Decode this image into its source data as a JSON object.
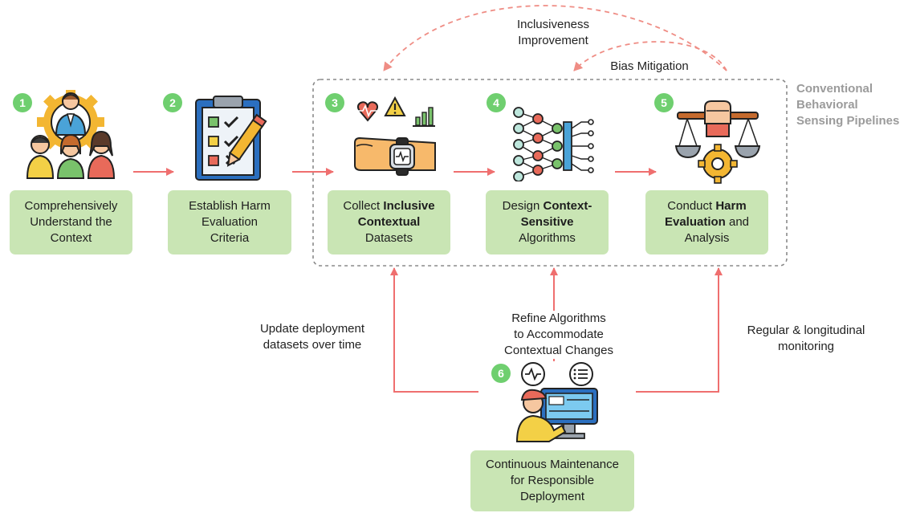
{
  "colors": {
    "box_fill": "#c9e5b4",
    "badge": "#6fcf6f",
    "arrow": "#ef6f6f",
    "dashed_feedback": "#ef8d85",
    "region_border": "#8a8a8a",
    "region_title": "#9b9b9b"
  },
  "region": {
    "title_lines": [
      "Conventional",
      "Behavioral",
      "Sensing Pipelines"
    ]
  },
  "steps": [
    {
      "badge": "1",
      "icon": "team-gear-icon",
      "lines": [
        {
          "parts": [
            {
              "t": "Comprehensively"
            }
          ]
        },
        {
          "parts": [
            {
              "t": "Understand the"
            }
          ]
        },
        {
          "parts": [
            {
              "t": "Context"
            }
          ]
        }
      ]
    },
    {
      "badge": "2",
      "icon": "checklist-clipboard-icon",
      "lines": [
        {
          "parts": [
            {
              "t": "Establish Harm"
            }
          ]
        },
        {
          "parts": [
            {
              "t": "Evaluation"
            }
          ]
        },
        {
          "parts": [
            {
              "t": "Criteria"
            }
          ]
        }
      ]
    },
    {
      "badge": "3",
      "icon": "smartwatch-sensing-icon",
      "lines": [
        {
          "parts": [
            {
              "t": "Collect "
            },
            {
              "t": "Inclusive",
              "b": true
            }
          ]
        },
        {
          "parts": [
            {
              "t": "Contextual",
              "b": true
            }
          ]
        },
        {
          "parts": [
            {
              "t": "Datasets"
            }
          ]
        }
      ]
    },
    {
      "badge": "4",
      "icon": "neural-network-icon",
      "lines": [
        {
          "parts": [
            {
              "t": "Design "
            },
            {
              "t": "Context-",
              "b": true
            }
          ]
        },
        {
          "parts": [
            {
              "t": "Sensitive",
              "b": true
            }
          ]
        },
        {
          "parts": [
            {
              "t": "Algorithms"
            }
          ]
        }
      ]
    },
    {
      "badge": "5",
      "icon": "balance-scale-icon",
      "lines": [
        {
          "parts": [
            {
              "t": "Conduct "
            },
            {
              "t": "Harm",
              "b": true
            }
          ]
        },
        {
          "parts": [
            {
              "t": "Evaluation",
              "b": true
            },
            {
              "t": " and"
            }
          ]
        },
        {
          "parts": [
            {
              "t": "Analysis"
            }
          ]
        }
      ]
    },
    {
      "badge": "6",
      "icon": "monitoring-workstation-icon",
      "lines": [
        {
          "parts": [
            {
              "t": "Continuous Maintenance"
            }
          ]
        },
        {
          "parts": [
            {
              "t": "for Responsible"
            }
          ]
        },
        {
          "parts": [
            {
              "t": "Deployment"
            }
          ]
        }
      ]
    }
  ],
  "feedback_labels": {
    "inclusiveness": [
      "Inclusiveness",
      "Improvement"
    ],
    "bias": "Bias Mitigation"
  },
  "maintenance_labels": {
    "update": [
      "Update deployment",
      "datasets over time"
    ],
    "refine": [
      "Refine Algorithms",
      "to Accommodate",
      "Contextual Changes"
    ],
    "monitor": [
      "Regular & longitudinal",
      "monitoring"
    ]
  }
}
